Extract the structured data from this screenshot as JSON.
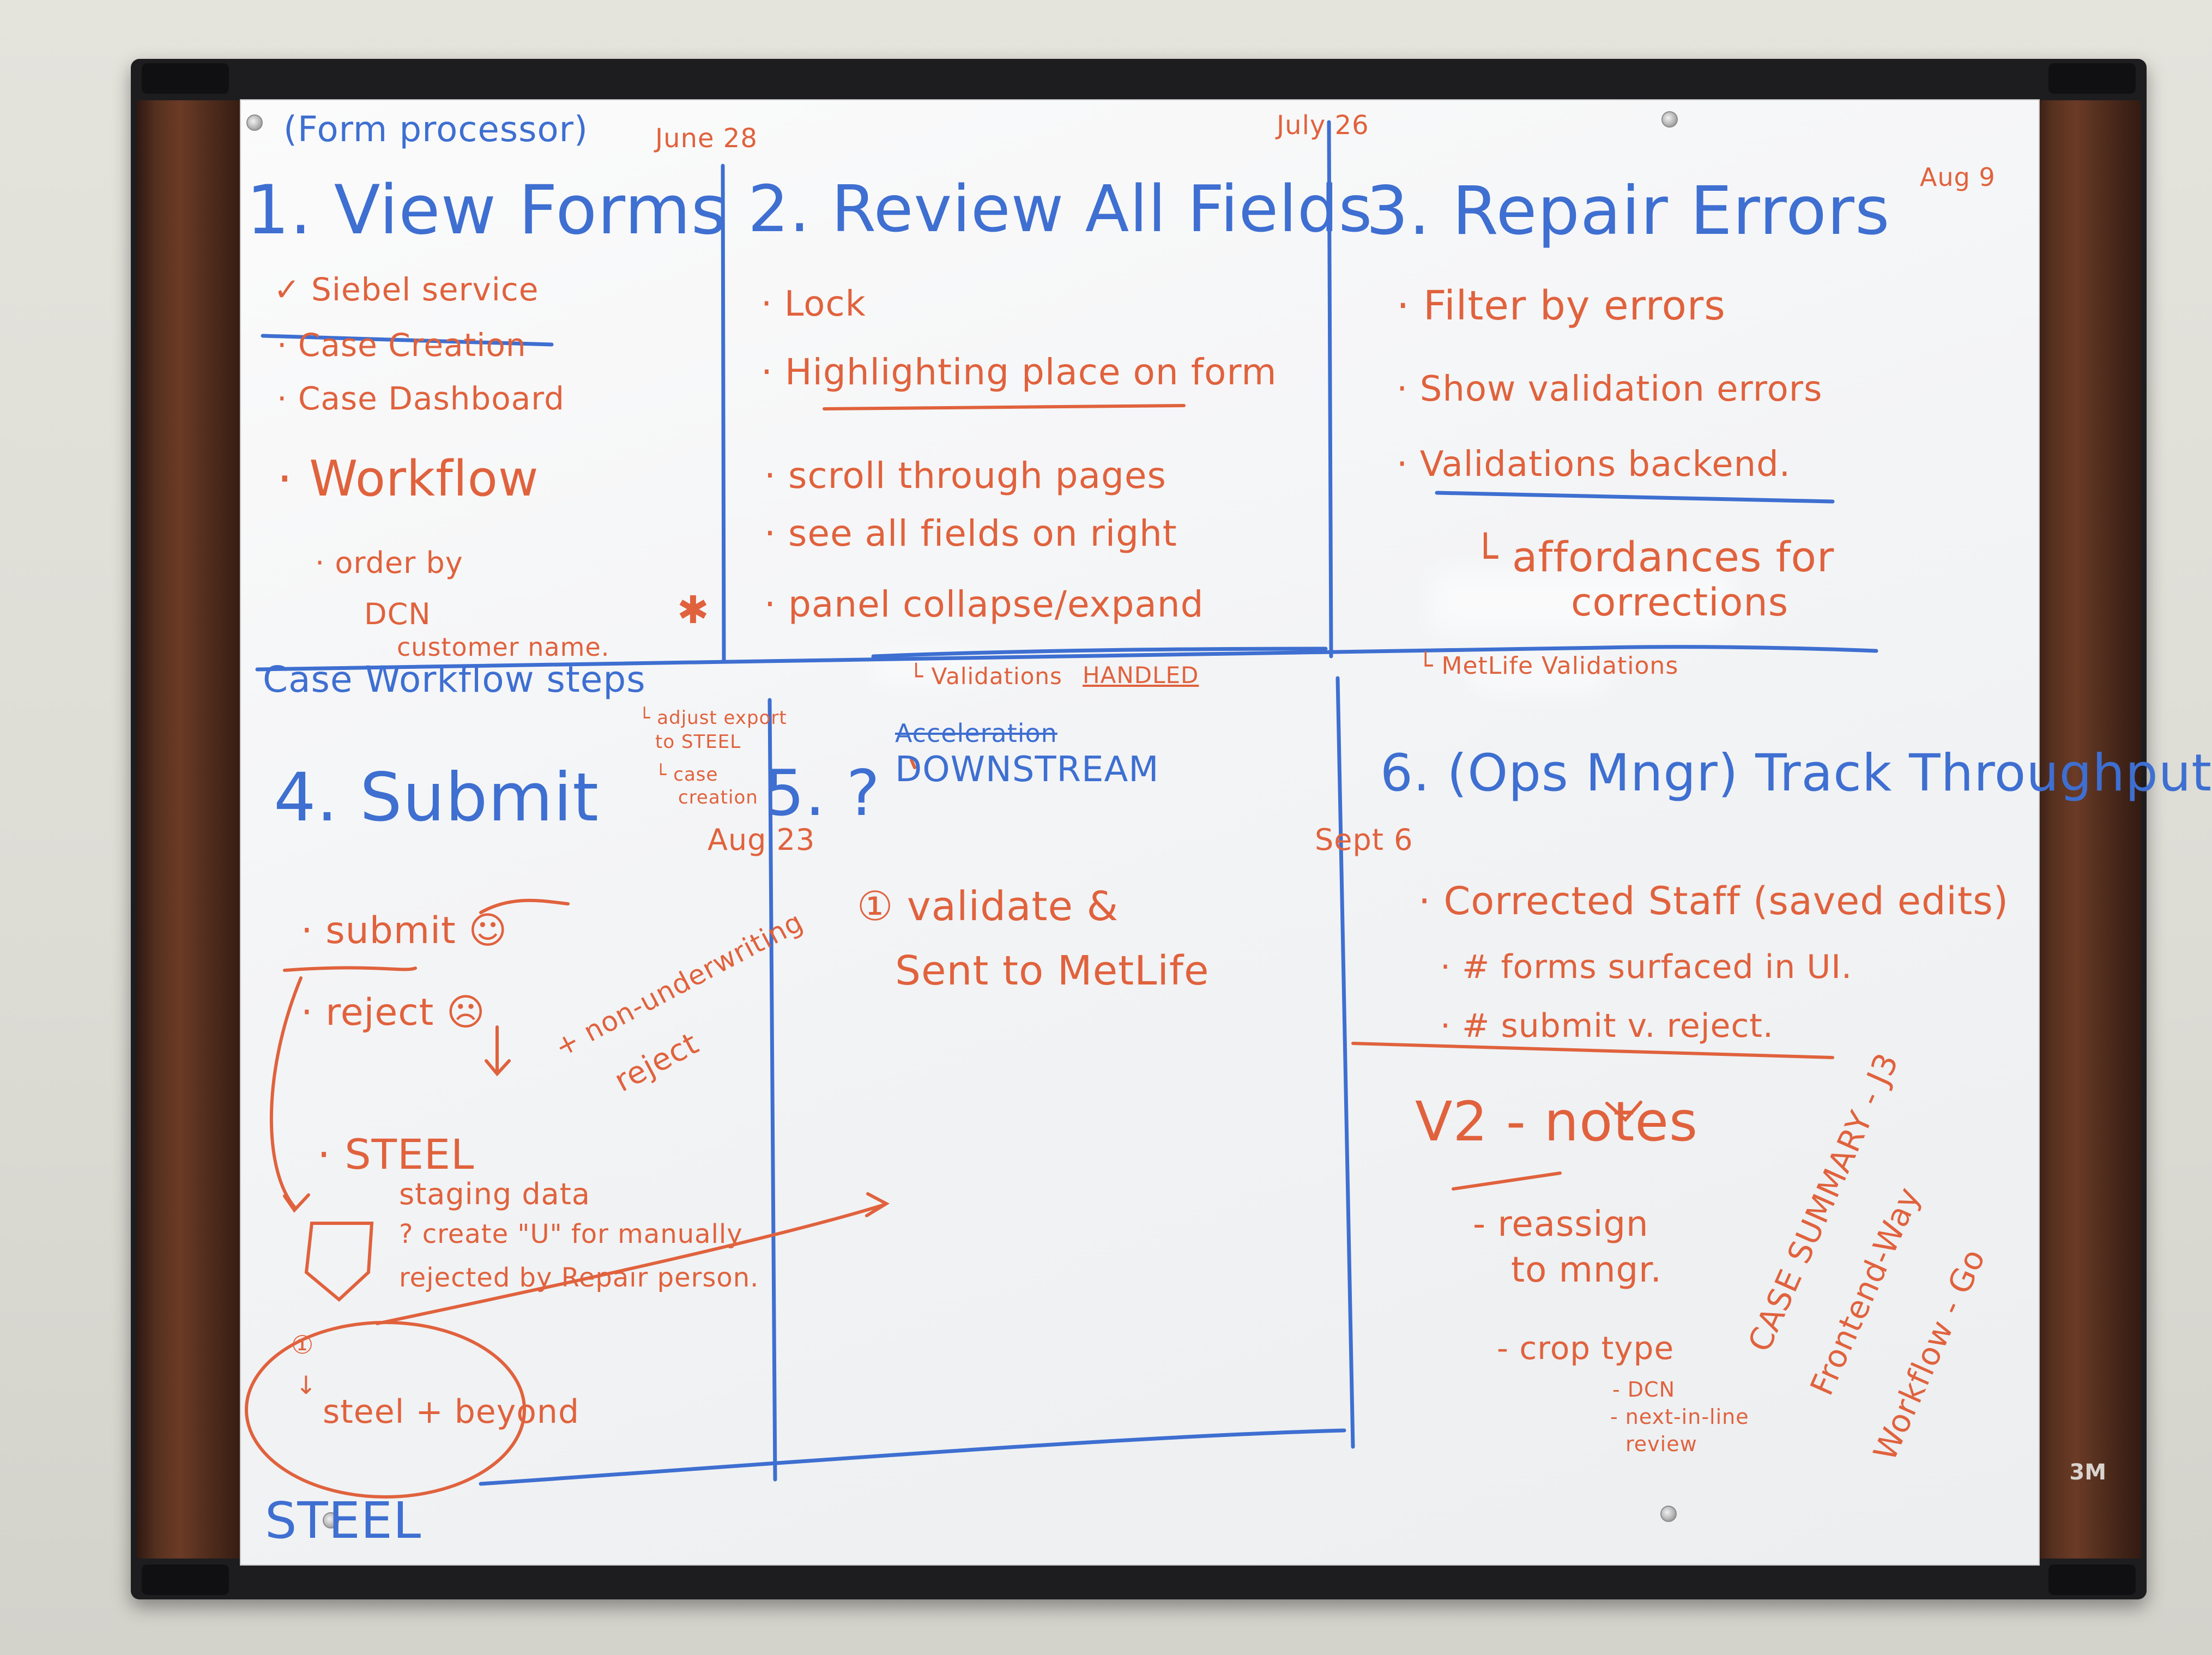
{
  "colors": {
    "blue_marker": "#3e6fd1",
    "red_marker": "#e0623d",
    "frame": "#1d1d1f",
    "wood": "#5a321f",
    "board": "#f5f6f7"
  },
  "board": {
    "top_note": "(Form processor)",
    "dates": {
      "d1": "June 28",
      "d2": "July 26",
      "d3": "Aug 9",
      "d4": "Aug 23",
      "d5": "Sept 6"
    },
    "brand": "3M",
    "s1": {
      "title": "1. View Forms",
      "items": [
        "✓ Siebel service",
        "· Case Creation",
        "· Case Dashboard",
        "· Workflow"
      ],
      "sub": [
        "· order by",
        "DCN",
        "customer name."
      ],
      "star": "✱",
      "footer": "Case Workflow steps"
    },
    "s2": {
      "title": "2. Review All Fields",
      "items": [
        "· Lock",
        "· Highlighting place on form",
        "· scroll through pages",
        "· see all fields on right",
        "· panel collapse/expand"
      ],
      "note": "└ Validations",
      "note_tag": "HANDLED"
    },
    "s3": {
      "title": "3. Repair Errors",
      "items": [
        "· Filter by errors",
        "· Show validation errors",
        "· Validations backend."
      ],
      "sub": [
        "└ affordances for",
        "corrections"
      ],
      "note": "└ MetLife Validations"
    },
    "s4": {
      "title": "4. Submit",
      "side_notes": [
        "└ adjust export",
        "to STEEL",
        "└ case",
        "creation"
      ],
      "items": [
        "· submit ☺",
        "· reject ☹",
        "+ non-underwriting",
        "reject",
        "↓",
        "· STEEL",
        "staging data",
        "? create \"U\" for manually",
        "rejected by Repair person."
      ],
      "loop": [
        "①",
        "↓",
        "steel + beyond"
      ],
      "footer": "STEEL"
    },
    "s5": {
      "title": "5. ?",
      "sub_title": [
        "Acceleration",
        "DOWNSTREAM"
      ],
      "items": [
        "① validate &",
        "Sent to MetLife"
      ]
    },
    "s6": {
      "title": "6. (Ops Mngr) Track Throughput",
      "items": [
        "· Corrected Staff (saved edits)",
        "· # forms surfaced in UI.",
        "· # submit v. reject."
      ],
      "v2": "V2 - notes",
      "v2_items": [
        "↓",
        "- reassign",
        "to mngr.",
        "- crop type",
        "- DCN",
        "- next-in-line",
        "review"
      ],
      "vertical": [
        "CASE SUMMARY - J3",
        "Frontend-Way",
        "Workflow - Go"
      ]
    }
  }
}
